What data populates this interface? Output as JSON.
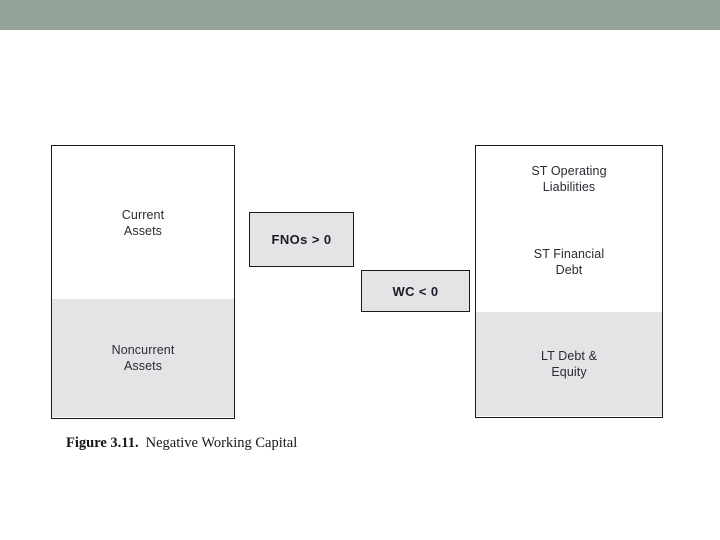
{
  "slide": {
    "header_band_color": "#94a39a",
    "background_color": "#ffffff"
  },
  "figure": {
    "caption_label": "Figure 3.11.",
    "caption_title": "Negative Working Capital",
    "fill_gray": "#e4e4e6",
    "outline_color": "#1a1a1a",
    "assets_box": {
      "segments": [
        {
          "label": "Current\nAssets",
          "fill": "white"
        },
        {
          "label": "Noncurrent\nAssets",
          "fill": "gray"
        }
      ]
    },
    "liabilities_box": {
      "segments": [
        {
          "label": "ST Operating\nLiabilities",
          "fill": "white"
        },
        {
          "label": "ST Financial\nDebt",
          "fill": "white"
        },
        {
          "label": "LT Debt &\nEquity",
          "fill": "gray"
        }
      ]
    },
    "callouts": [
      {
        "label": "FNOs > 0"
      },
      {
        "label": "WC < 0"
      }
    ]
  }
}
